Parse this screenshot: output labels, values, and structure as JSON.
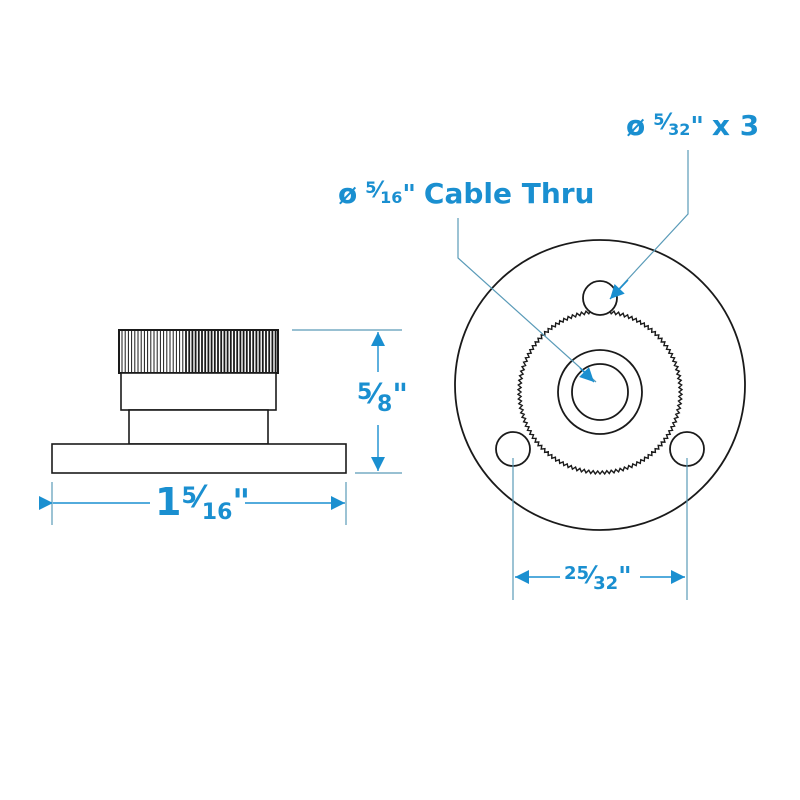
{
  "colors": {
    "dimension": "#1a8fd0",
    "leader": "#5a9bb8",
    "outline": "#1a1a1a",
    "background": "#ffffff"
  },
  "side_view": {
    "width_label": {
      "whole": "1",
      "num": "5",
      "den": "16",
      "unit": "\""
    },
    "height_label": {
      "num": "5",
      "den": "8",
      "unit": "\""
    }
  },
  "front_view": {
    "cable_label": {
      "prefix": "ø",
      "num": "5",
      "den": "16",
      "unit": "\"",
      "suffix": "Cable Thru"
    },
    "holes_label": {
      "prefix": "ø",
      "num": "5",
      "den": "32",
      "unit": "\"",
      "suffix": "x 3"
    },
    "spacing_label": {
      "num": "25",
      "den": "32",
      "unit": "\""
    }
  }
}
